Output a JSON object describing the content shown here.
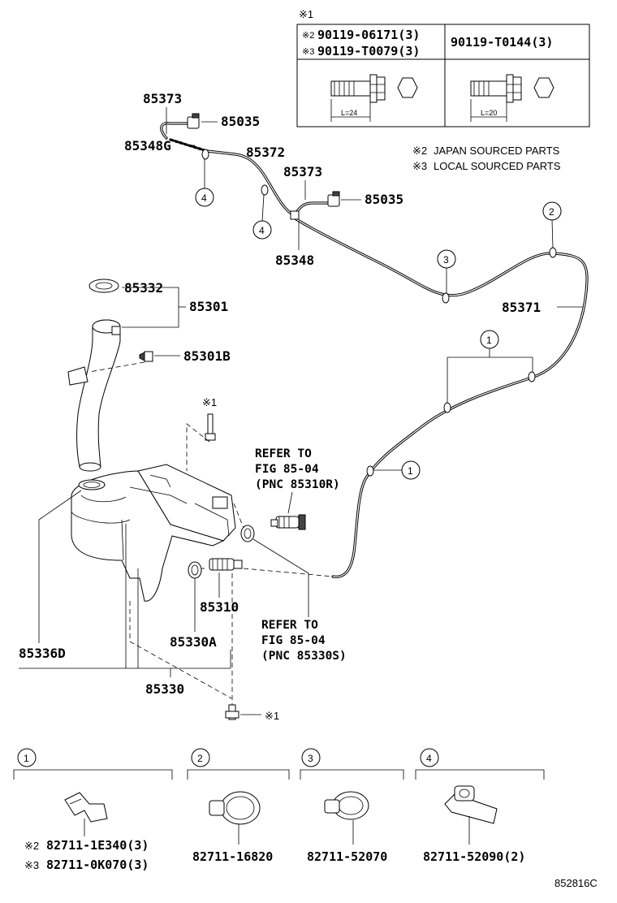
{
  "marks": {
    "note1": "※1",
    "note2": "※2",
    "note3": "※3"
  },
  "bolt_table": {
    "japan_pn": "90119-06171(3)",
    "local_pn": "90119-T0079(3)",
    "alt_pn": "90119-T0144(3)",
    "length_a": "L=24",
    "length_b": "L=20"
  },
  "legend": {
    "japan": "JAPAN SOURCED PARTS",
    "local": "LOCAL SOURCED PARTS"
  },
  "parts": {
    "p85373_top": "85373",
    "p85035_top": "85035",
    "p85348G": "85348G",
    "p85372": "85372",
    "p85373_mid": "85373",
    "p85035_mid": "85035",
    "p85348": "85348",
    "p85332": "85332",
    "p85301": "85301",
    "p85371": "85371",
    "p85301B": "85301B",
    "p85310": "85310",
    "p85330A": "85330A",
    "p85336D": "85336D",
    "p85330": "85330"
  },
  "refs": {
    "r1_l1": "REFER TO",
    "r1_l2": "FIG 85-04",
    "r1_l3": "(PNC 85310R)",
    "r2_l1": "REFER TO",
    "r2_l2": "FIG 85-04",
    "r2_l3": "(PNC 85330S)"
  },
  "callouts": {
    "c1": "1",
    "c2": "2",
    "c3": "3",
    "c4": "4"
  },
  "clips": {
    "clip1_japan": "82711-1E340(3)",
    "clip1_local": "82711-0K070(3)",
    "clip2": "82711-16820",
    "clip3": "82711-52070",
    "clip4": "82711-52090(2)"
  },
  "figure_id": "852816C"
}
